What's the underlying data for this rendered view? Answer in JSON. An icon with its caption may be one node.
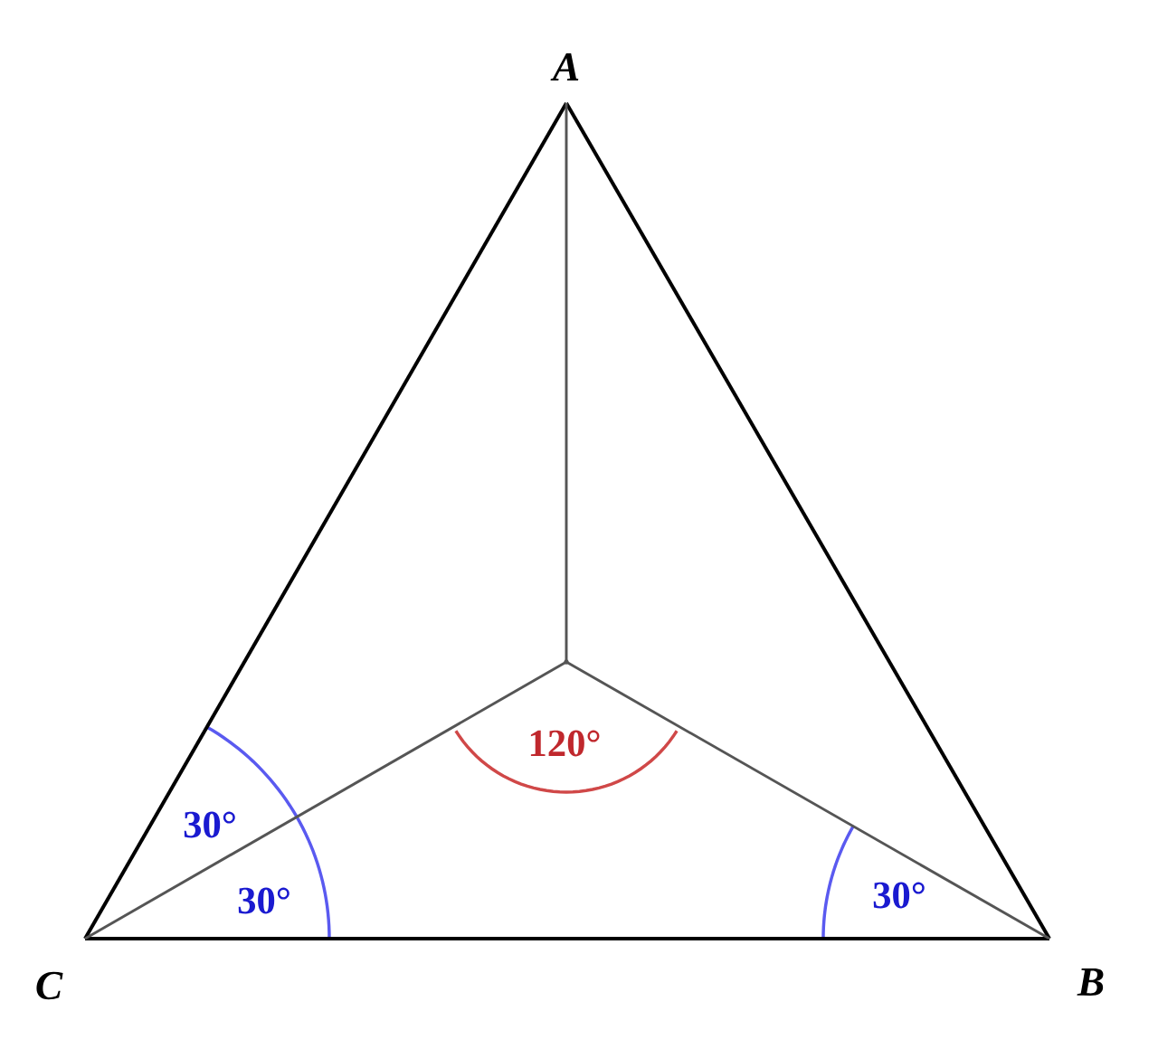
{
  "diagram": {
    "nodes": [
      {
        "text": [
          "A"
        ]
      },
      {
        "text": [
          "B"
        ]
      },
      {
        "text": [
          "C"
        ]
      },
      {
        "text": [],
        "shape": "point"
      }
    ],
    "edges": [
      {
        "from": 0,
        "to": 1,
        "arrow": "none"
      },
      {
        "from": 1,
        "to": 2,
        "arrow": "none"
      },
      {
        "from": 2,
        "to": 0,
        "arrow": "none"
      },
      {
        "from": 3,
        "to": 0,
        "arrow": "none",
        "color": "#555555"
      },
      {
        "from": 3,
        "to": 1,
        "arrow": "none",
        "color": "#555555"
      },
      {
        "from": 3,
        "to": 2,
        "arrow": "none",
        "color": "#555555"
      }
    ],
    "labels": [
      "120°",
      "30°",
      "30°",
      "30°"
    ]
  }
}
